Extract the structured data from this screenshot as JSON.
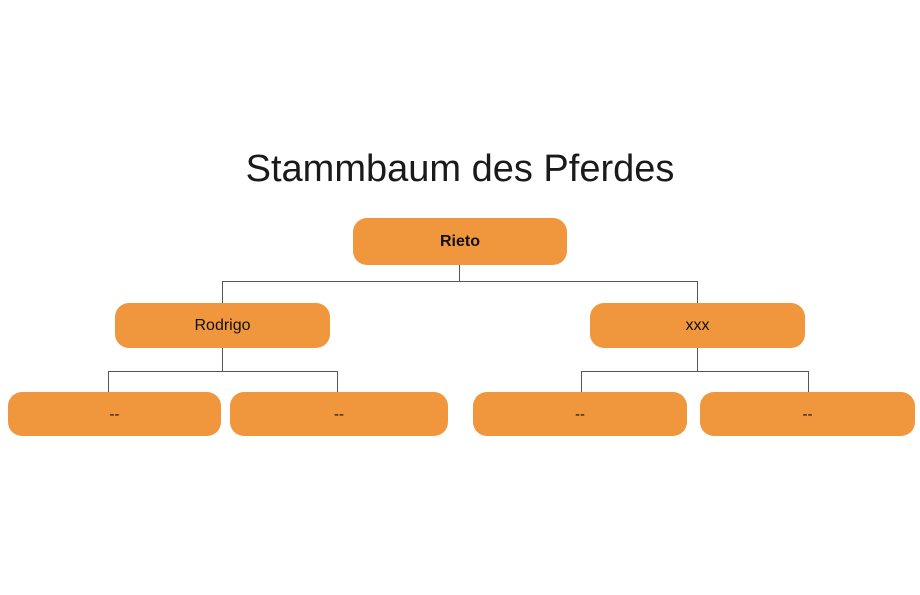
{
  "page": {
    "background_color": "#ffffff",
    "title": "Stammbaum des Pferdes"
  },
  "theme": {
    "node_fill": "#F0963C",
    "node_text_color": "#111111",
    "connector_color": "#555555",
    "title_color": "#1a1a1a"
  },
  "tree": {
    "root": {
      "label": "Rieto"
    },
    "level2": [
      {
        "label": "Rodrigo"
      },
      {
        "label": "xxx"
      }
    ],
    "level3": [
      {
        "label": "--"
      },
      {
        "label": "--"
      },
      {
        "label": "--"
      },
      {
        "label": "--"
      }
    ]
  }
}
